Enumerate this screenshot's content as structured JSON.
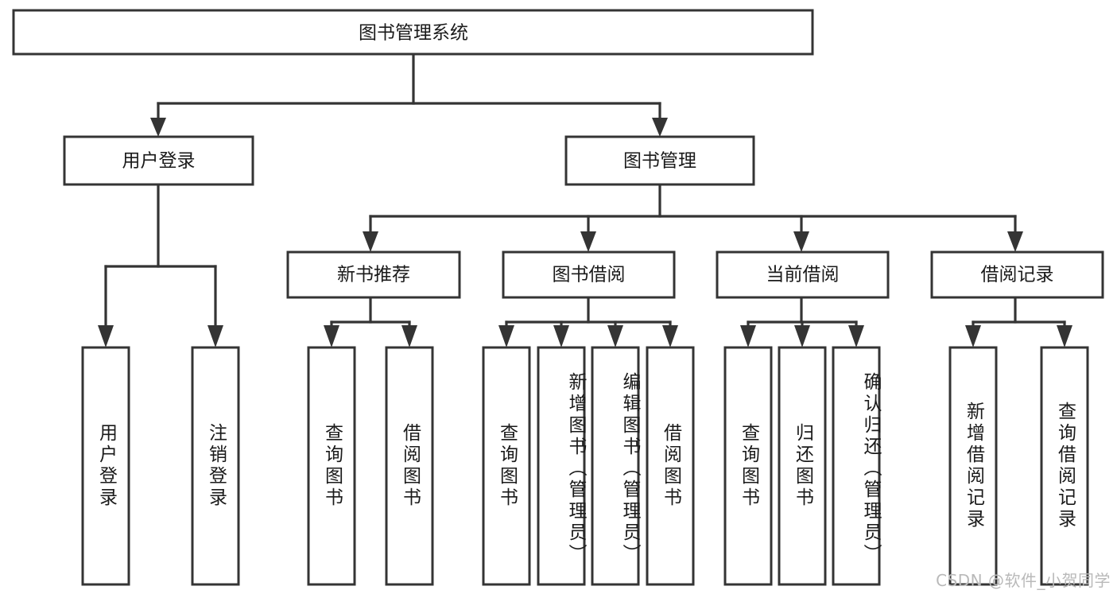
{
  "diagram": {
    "title": "图书管理系统",
    "type": "hierarchy-tree",
    "watermark": "CSDN @软件_小贺同学",
    "colors": {
      "stroke": "#343434",
      "fill": "#ffffff",
      "text": "#1a1a1a",
      "watermark": "#b9b9b9"
    },
    "root": {
      "label": "图书管理系统"
    },
    "level2": [
      {
        "label": "用户登录"
      },
      {
        "label": "图书管理"
      }
    ],
    "level3": [
      {
        "label": "新书推荐"
      },
      {
        "label": "图书借阅"
      },
      {
        "label": "当前借阅"
      },
      {
        "label": "借阅记录"
      }
    ],
    "leaves": {
      "user_login": [
        {
          "label": "用户登录"
        },
        {
          "label": "注销登录"
        }
      ],
      "new_book_recommend": [
        {
          "label": "查询图书"
        },
        {
          "label": "借阅图书"
        }
      ],
      "book_borrow": [
        {
          "label": "查询图书"
        },
        {
          "label": "新增图书（管理员）"
        },
        {
          "label": "编辑图书（管理员）"
        },
        {
          "label": "借阅图书"
        }
      ],
      "current_borrow": [
        {
          "label": "查询图书"
        },
        {
          "label": "归还图书"
        },
        {
          "label": "确认归还（管理员）"
        }
      ],
      "borrow_record": [
        {
          "label": "新增借阅记录"
        },
        {
          "label": "查询借阅记录"
        }
      ]
    }
  }
}
